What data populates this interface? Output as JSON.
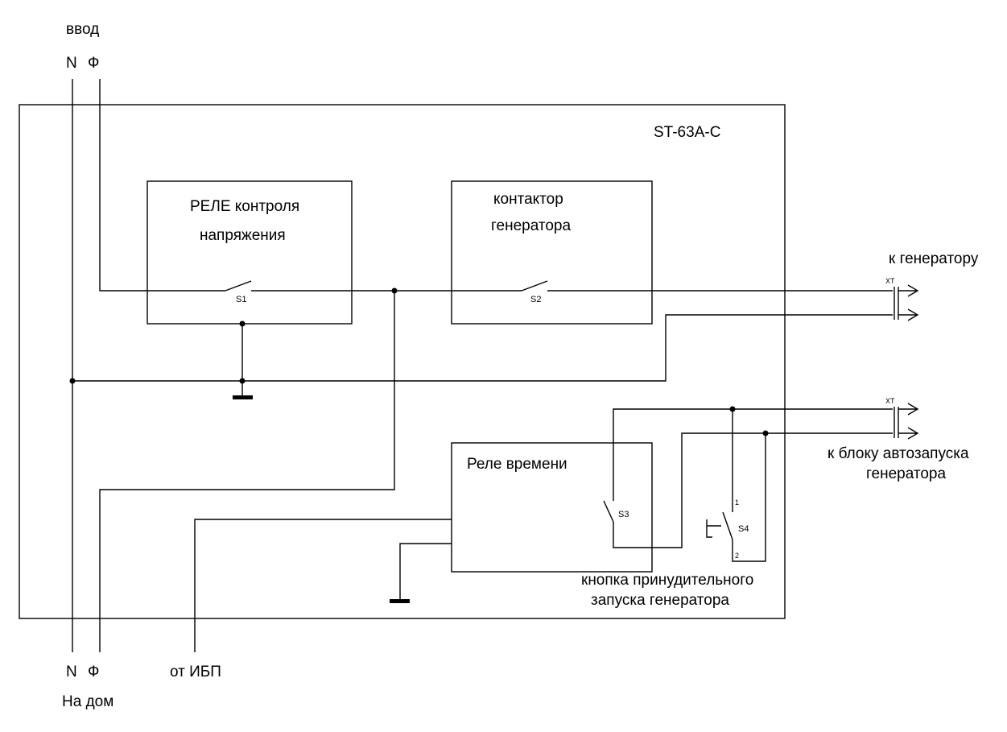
{
  "input": {
    "title": "ввод",
    "n": "N",
    "phase": "Ф"
  },
  "device": {
    "model": "ST-63A-C"
  },
  "relay_voltage": {
    "line1": "РЕЛЕ контроля",
    "line2": "напряжения",
    "switch": "S1"
  },
  "generator_contactor": {
    "line1": "контактор",
    "line2": "генератора",
    "switch": "S2"
  },
  "time_relay": {
    "label": "Реле времени",
    "switch": "S3"
  },
  "force_button": {
    "switch": "S4",
    "pin1": "1",
    "pin2": "2",
    "line1": "кнопка принудительного",
    "line2": "запуска генератора"
  },
  "to_generator": {
    "label": "к генератору",
    "terminal": "XT"
  },
  "to_autostart": {
    "line1": "к блоку автозапуска",
    "line2": "генератора",
    "terminal": "XT"
  },
  "output": {
    "n": "N",
    "phase": "Ф",
    "title": "На дом",
    "ups": "от ИБП"
  }
}
